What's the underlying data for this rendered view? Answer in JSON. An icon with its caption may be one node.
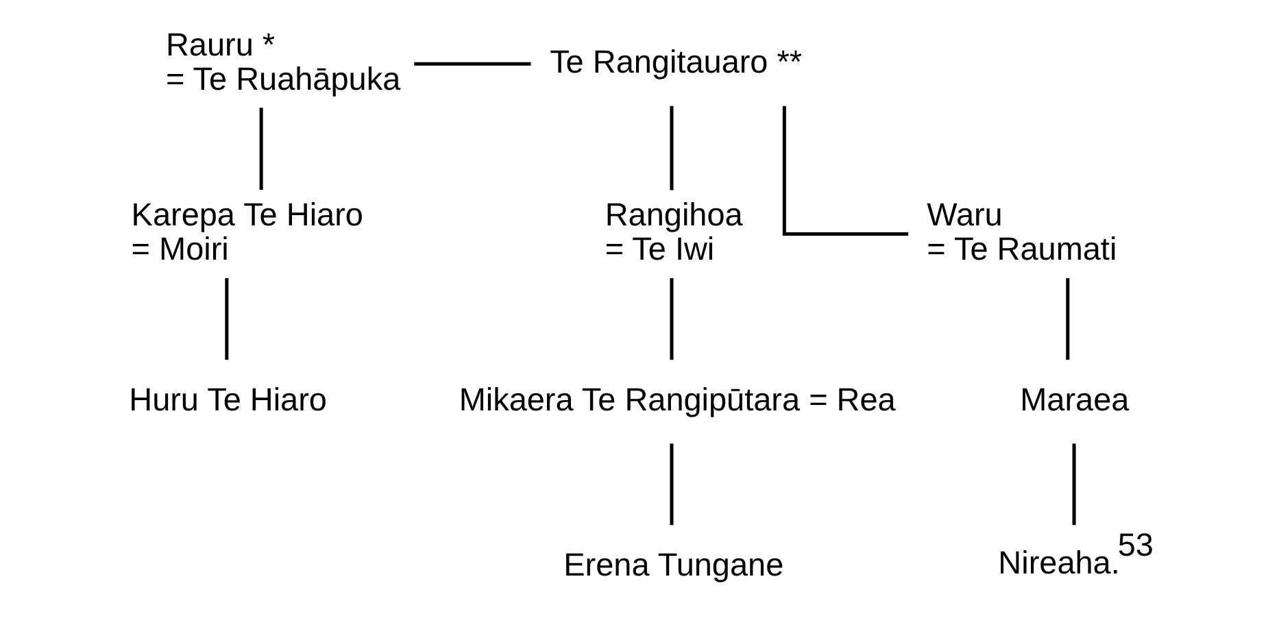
{
  "diagram": {
    "nodes": [
      {
        "text": [
          "Rauru *",
          "= Te Ruahāpuka"
        ]
      },
      {
        "text": [
          "Te Rangitauaro **"
        ]
      },
      {
        "text": [
          "Karepa Te Hiaro",
          "= Moiri"
        ]
      },
      {
        "text": [
          "Rangihoa",
          "= Te Iwi"
        ]
      },
      {
        "text": [
          "Waru",
          "= Te Raumati"
        ]
      },
      {
        "text": [
          "Huru Te Hiaro"
        ]
      },
      {
        "text": [
          "Mikaera Te Rangipūtara = Rea"
        ]
      },
      {
        "text": [
          "Maraea"
        ]
      },
      {
        "text": [
          "Erena Tungane"
        ]
      },
      {
        "text": [
          "Nireaha.$^{53}$"
        ]
      }
    ],
    "edges": [
      {
        "from": 0,
        "to": 1,
        "arrow": "none"
      },
      {
        "from": 0,
        "to": 2,
        "arrow": "none"
      },
      {
        "from": 2,
        "to": 5,
        "arrow": "none"
      },
      {
        "from": 1,
        "to": 3,
        "arrow": "none"
      },
      {
        "from": 1,
        "to": 4,
        "arrow": "none"
      },
      {
        "from": 3,
        "to": 6,
        "arrow": "none"
      },
      {
        "from": 6,
        "to": 8,
        "arrow": "none"
      },
      {
        "from": 4,
        "to": 7,
        "arrow": "none"
      },
      {
        "from": 7,
        "to": 9,
        "arrow": "none"
      }
    ]
  }
}
